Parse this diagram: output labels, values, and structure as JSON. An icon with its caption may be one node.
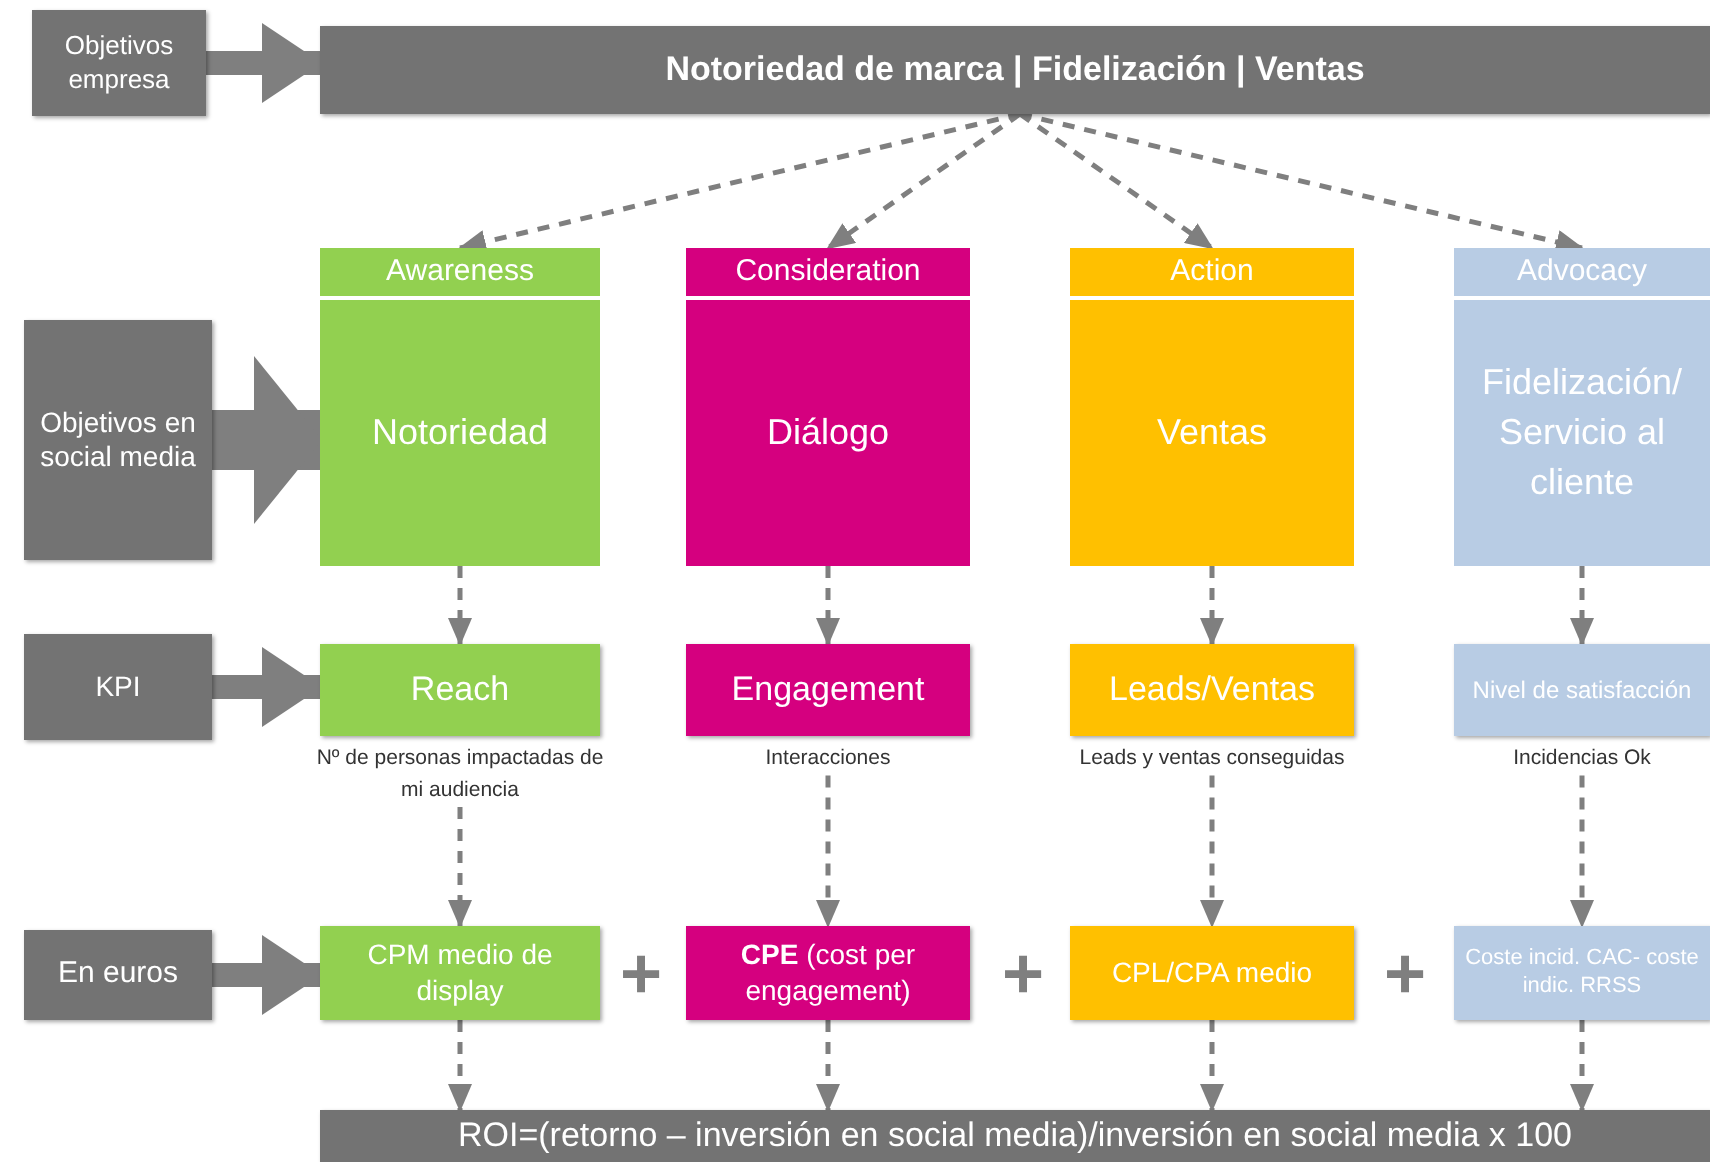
{
  "diagram": {
    "nodes": [
      {
        "text": [
          "Objetivos empresa"
        ]
      },
      {
        "text": [
          "Notoriedad de marca | Fidelización | Ventas"
        ]
      },
      {
        "text": [
          "Objetivos en social media"
        ]
      },
      {
        "text": [
          "Awareness",
          "Notoriedad"
        ]
      },
      {
        "text": [
          "Consideration",
          "Diálogo"
        ]
      },
      {
        "text": [
          "Action",
          "Ventas"
        ]
      },
      {
        "text": [
          "Advocacy",
          "Fidelización/ Servicio al cliente"
        ]
      },
      {
        "text": [
          "KPI"
        ]
      },
      {
        "text": [
          "Reach"
        ]
      },
      {
        "text": [
          "Engagement"
        ]
      },
      {
        "text": [
          "Leads/Ventas"
        ]
      },
      {
        "text": [
          "Nivel de satisfacción"
        ]
      },
      {
        "text": [
          "Nº de personas impactadas de mi audiencia"
        ]
      },
      {
        "text": [
          "Interacciones"
        ]
      },
      {
        "text": [
          "Leads y ventas conseguidas"
        ]
      },
      {
        "text": [
          "Incidencias Ok"
        ]
      },
      {
        "text": [
          "En euros"
        ]
      },
      {
        "text": [
          "CPM medio de display"
        ]
      },
      {
        "text": [
          "**CPE** (cost per engagement)"
        ]
      },
      {
        "text": [
          "CPL/CPA medio"
        ]
      },
      {
        "text": [
          "Coste incid. CAC- coste indic. RRSS"
        ]
      },
      {
        "text": [
          "ROI=(retorno – inversión en social media)/inversión en social media x 100"
        ]
      }
    ],
    "edges": [
      {
        "from": 0,
        "to": 1,
        "arrow": "to",
        "style": "thick"
      },
      {
        "from": 1,
        "to": 3,
        "arrow": "to",
        "style": "dashed"
      },
      {
        "from": 1,
        "to": 4,
        "arrow": "to",
        "style": "dashed"
      },
      {
        "from": 1,
        "to": 5,
        "arrow": "to",
        "style": "dashed"
      },
      {
        "from": 1,
        "to": 6,
        "arrow": "to",
        "style": "dashed"
      },
      {
        "from": 2,
        "to": 3,
        "arrow": "to",
        "style": "thick"
      },
      {
        "from": 3,
        "to": 8,
        "arrow": "to",
        "style": "dashed"
      },
      {
        "from": 4,
        "to": 9,
        "arrow": "to",
        "style": "dashed"
      },
      {
        "from": 5,
        "to": 10,
        "arrow": "to",
        "style": "dashed"
      },
      {
        "from": 6,
        "to": 11,
        "arrow": "to",
        "style": "dashed"
      },
      {
        "from": 7,
        "to": 8,
        "arrow": "to",
        "style": "thick"
      },
      {
        "from": 12,
        "to": 17,
        "arrow": "to",
        "style": "dashed"
      },
      {
        "from": 13,
        "to": 18,
        "arrow": "to",
        "style": "dashed"
      },
      {
        "from": 14,
        "to": 19,
        "arrow": "to",
        "style": "dashed"
      },
      {
        "from": 15,
        "to": 20,
        "arrow": "to",
        "style": "dashed"
      },
      {
        "from": 16,
        "to": 17,
        "arrow": "to",
        "style": "thick"
      },
      {
        "from": 17,
        "to": 21,
        "arrow": "to",
        "style": "dashed"
      },
      {
        "from": 18,
        "to": 21,
        "arrow": "to",
        "style": "dashed"
      },
      {
        "from": 19,
        "to": 21,
        "arrow": "to",
        "style": "dashed"
      },
      {
        "from": 20,
        "to": 21,
        "arrow": "to",
        "style": "dashed"
      }
    ],
    "labels": [
      "+",
      "+",
      "+"
    ]
  }
}
